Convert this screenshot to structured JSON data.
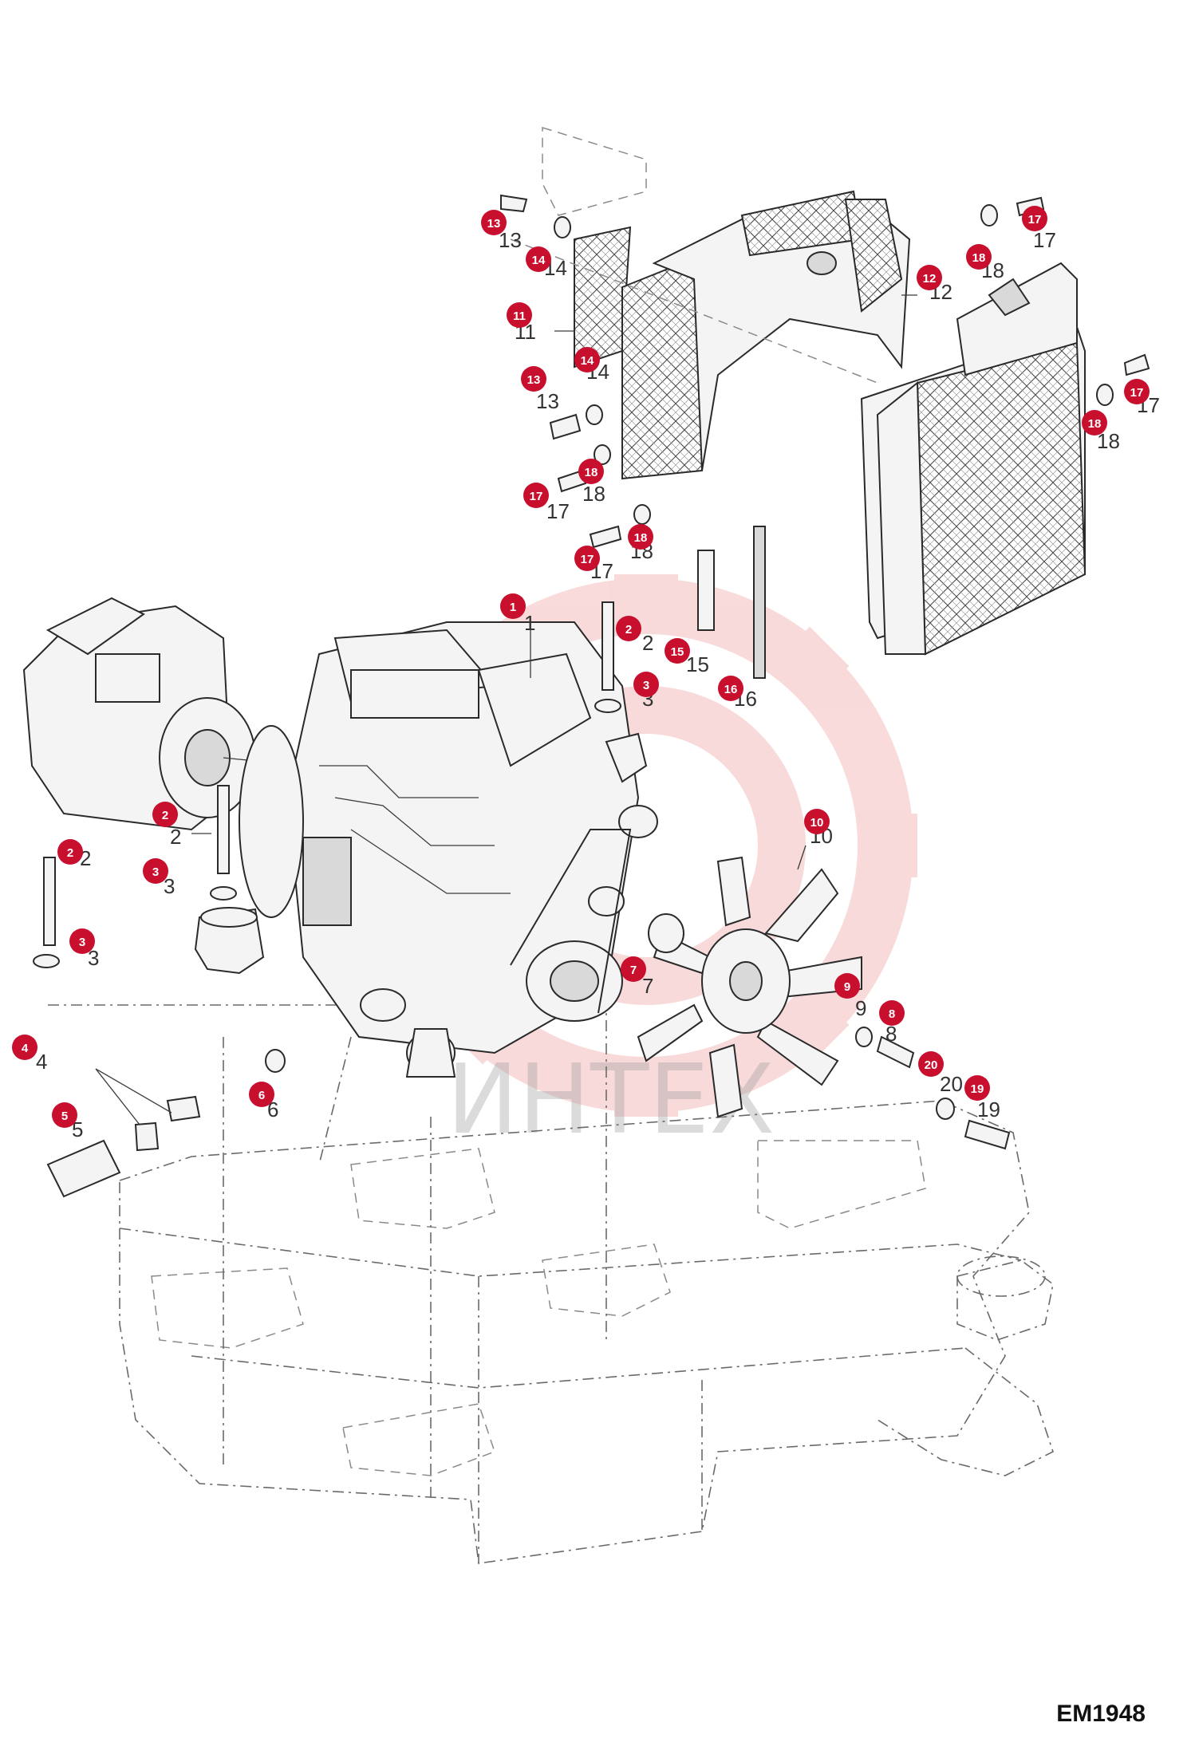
{
  "drawing": {
    "code": "EM1948",
    "watermark": "ИНТЕХ"
  },
  "callouts": [
    {
      "label": "1"
    },
    {
      "label": "2"
    },
    {
      "label": "2"
    },
    {
      "label": "2"
    },
    {
      "label": "3"
    },
    {
      "label": "3"
    },
    {
      "label": "3"
    },
    {
      "label": "4"
    },
    {
      "label": "5"
    },
    {
      "label": "6"
    },
    {
      "label": "7"
    },
    {
      "label": "8"
    },
    {
      "label": "9"
    },
    {
      "label": "10"
    },
    {
      "label": "11"
    },
    {
      "label": "12"
    },
    {
      "label": "13"
    },
    {
      "label": "13"
    },
    {
      "label": "14"
    },
    {
      "label": "14"
    },
    {
      "label": "15"
    },
    {
      "label": "16"
    },
    {
      "label": "17"
    },
    {
      "label": "17"
    },
    {
      "label": "17"
    },
    {
      "label": "17"
    },
    {
      "label": "18"
    },
    {
      "label": "18"
    },
    {
      "label": "18"
    },
    {
      "label": "18"
    },
    {
      "label": "19"
    },
    {
      "label": "20"
    }
  ],
  "colors": {
    "badge": "#c8102e",
    "watermark": "#e85a5a"
  }
}
